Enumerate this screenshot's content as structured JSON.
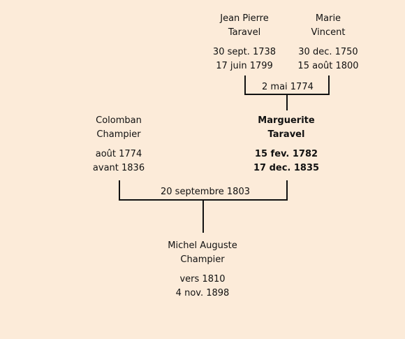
{
  "persons": {
    "father_of_marguerite": {
      "name": [
        "Jean Pierre",
        "Taravel"
      ],
      "birth": "30 sept. 1738",
      "death": "17 juin 1799"
    },
    "mother_of_marguerite": {
      "name": [
        "Marie",
        "Vincent"
      ],
      "birth": "30 dec. 1750",
      "death": "15 août 1800"
    },
    "colomban": {
      "name": [
        "Colomban",
        "Champier"
      ],
      "birth": "août 1774",
      "death": "avant 1836"
    },
    "marguerite": {
      "name": [
        "Marguerite",
        "Taravel"
      ],
      "birth": "15 fev. 1782",
      "death": "17 dec. 1835"
    },
    "michel": {
      "name": [
        "Michel Auguste",
        "Champier"
      ],
      "birth": "vers 1810",
      "death": "4 nov. 1898"
    }
  },
  "marriages": {
    "taravel_vincent": "2 mai 1774",
    "champier_taravel": "20 septembre 1803"
  }
}
